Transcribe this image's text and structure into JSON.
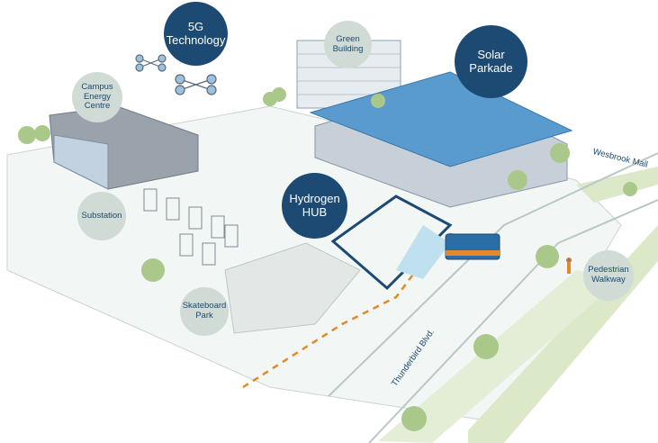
{
  "bubbles": {
    "tech_5g": "5G\nTechnology",
    "green_building": "Green\nBuilding",
    "solar_parkade": "Solar\nParkade",
    "campus_energy": "Campus\nEnergy\nCentre",
    "substation": "Substation",
    "hydrogen_hub": "Hydrogen\nHUB",
    "skateboard_park": "Skateboard\nPark",
    "pedestrian_walkway": "Pedestrian\nWalkway"
  },
  "roads": {
    "wesbrook": "Wesbrook Mall",
    "thunderbird": "Thunderbird Blvd."
  },
  "colors": {
    "primary_bubble": "#1d4a72",
    "secondary_bubble": "#cfdbd4",
    "grass": "#dce9c9",
    "tree": "#a9c88a",
    "route": "#e08a2a",
    "hub_outline": "#1d4a72"
  }
}
